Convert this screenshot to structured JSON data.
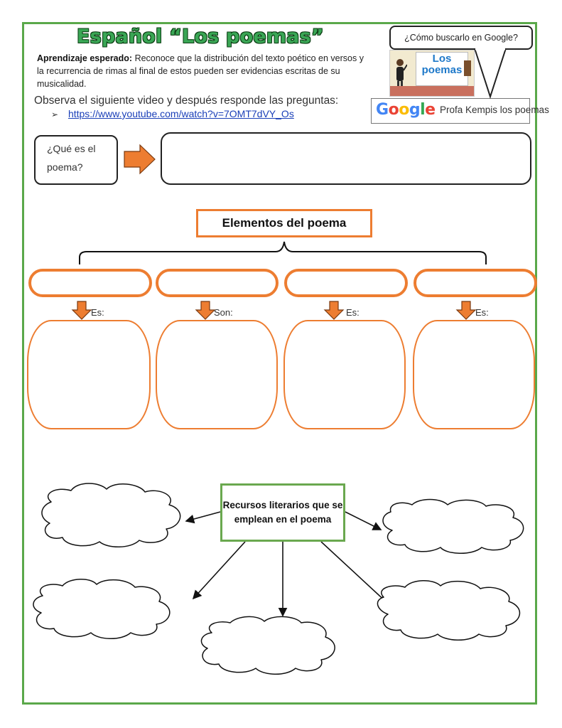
{
  "header": {
    "title": "Español “Los poemas”",
    "learning_label": "Aprendizaje esperado:",
    "learning_text": "Reconoce que la distribución del texto poético en versos y la recurrencia de rimas al final de estos pueden ser evidencias escritas de su musicalidad.",
    "observe_text": "Observa el siguiente video y después responde las preguntas:",
    "video_link": "https://www.youtube.com/watch?v=7OMT7dVY_Os"
  },
  "google_hint": {
    "bubble_text": "¿Cómo buscarlo en Google?",
    "thumbnail_title": "Los poemas",
    "logo": "Google",
    "query": "Profa Kempis los poemas"
  },
  "question": {
    "text": "¿Qué es el poema?"
  },
  "elements": {
    "title": "Elementos del poema",
    "columns": [
      {
        "label": "Es:"
      },
      {
        "label": "Son:"
      },
      {
        "label": "Es:"
      },
      {
        "label": "Es:"
      }
    ]
  },
  "resources": {
    "title": "Recursos literarios que se emplean en el poema"
  },
  "colors": {
    "accent_orange": "#ed7d31",
    "border_green": "#5aa84a",
    "title_green": "#3aa655",
    "link_blue": "#1a3fb8"
  }
}
